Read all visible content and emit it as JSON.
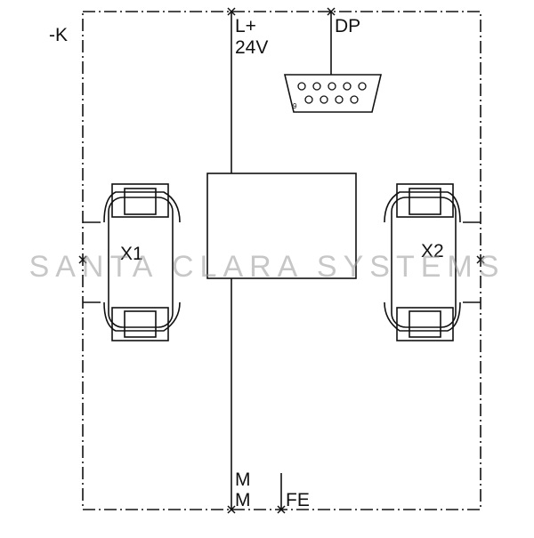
{
  "diagram": {
    "device_label": "-K",
    "power_label_line1": "L+",
    "power_label_line2": "24V",
    "dp_label": "DP",
    "dp_pin_label": "9",
    "ground_label_1": "M",
    "ground_label_2": "M",
    "fe_label": "FE",
    "connector_left_label": "X1",
    "connector_right_label": "X2"
  },
  "watermark": "SANTA CLARA SYSTEMS"
}
